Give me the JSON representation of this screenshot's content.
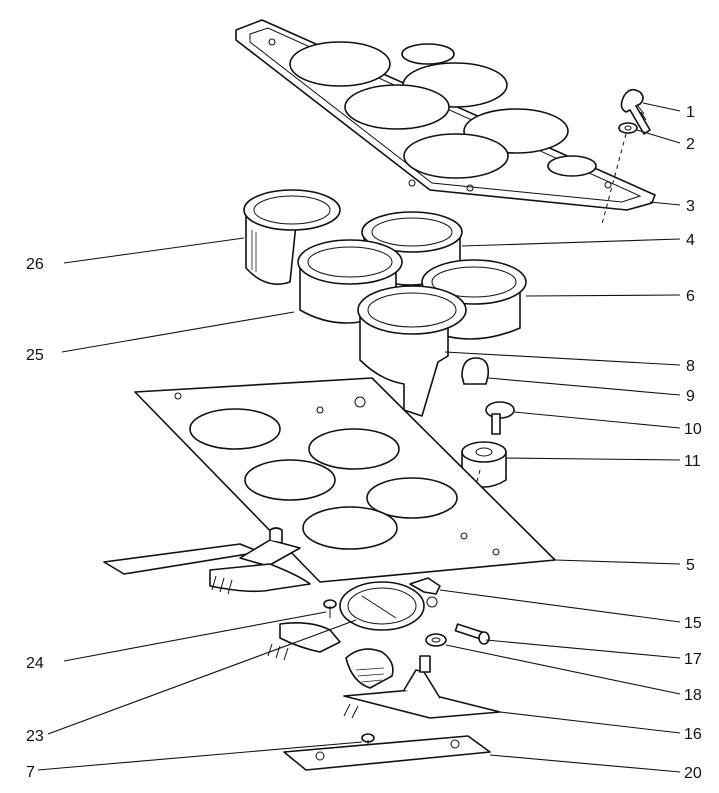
{
  "callouts": {
    "c1": "1",
    "c2": "2",
    "c3": "3",
    "c4": "4",
    "c5": "5",
    "c6": "6",
    "c7": "7",
    "c8": "8",
    "c9": "9",
    "c10": "10",
    "c11": "11",
    "c15": "15",
    "c16": "16",
    "c17": "17",
    "c18": "18",
    "c20": "20",
    "c23": "23",
    "c24": "24",
    "c25": "25",
    "c26": "26"
  }
}
